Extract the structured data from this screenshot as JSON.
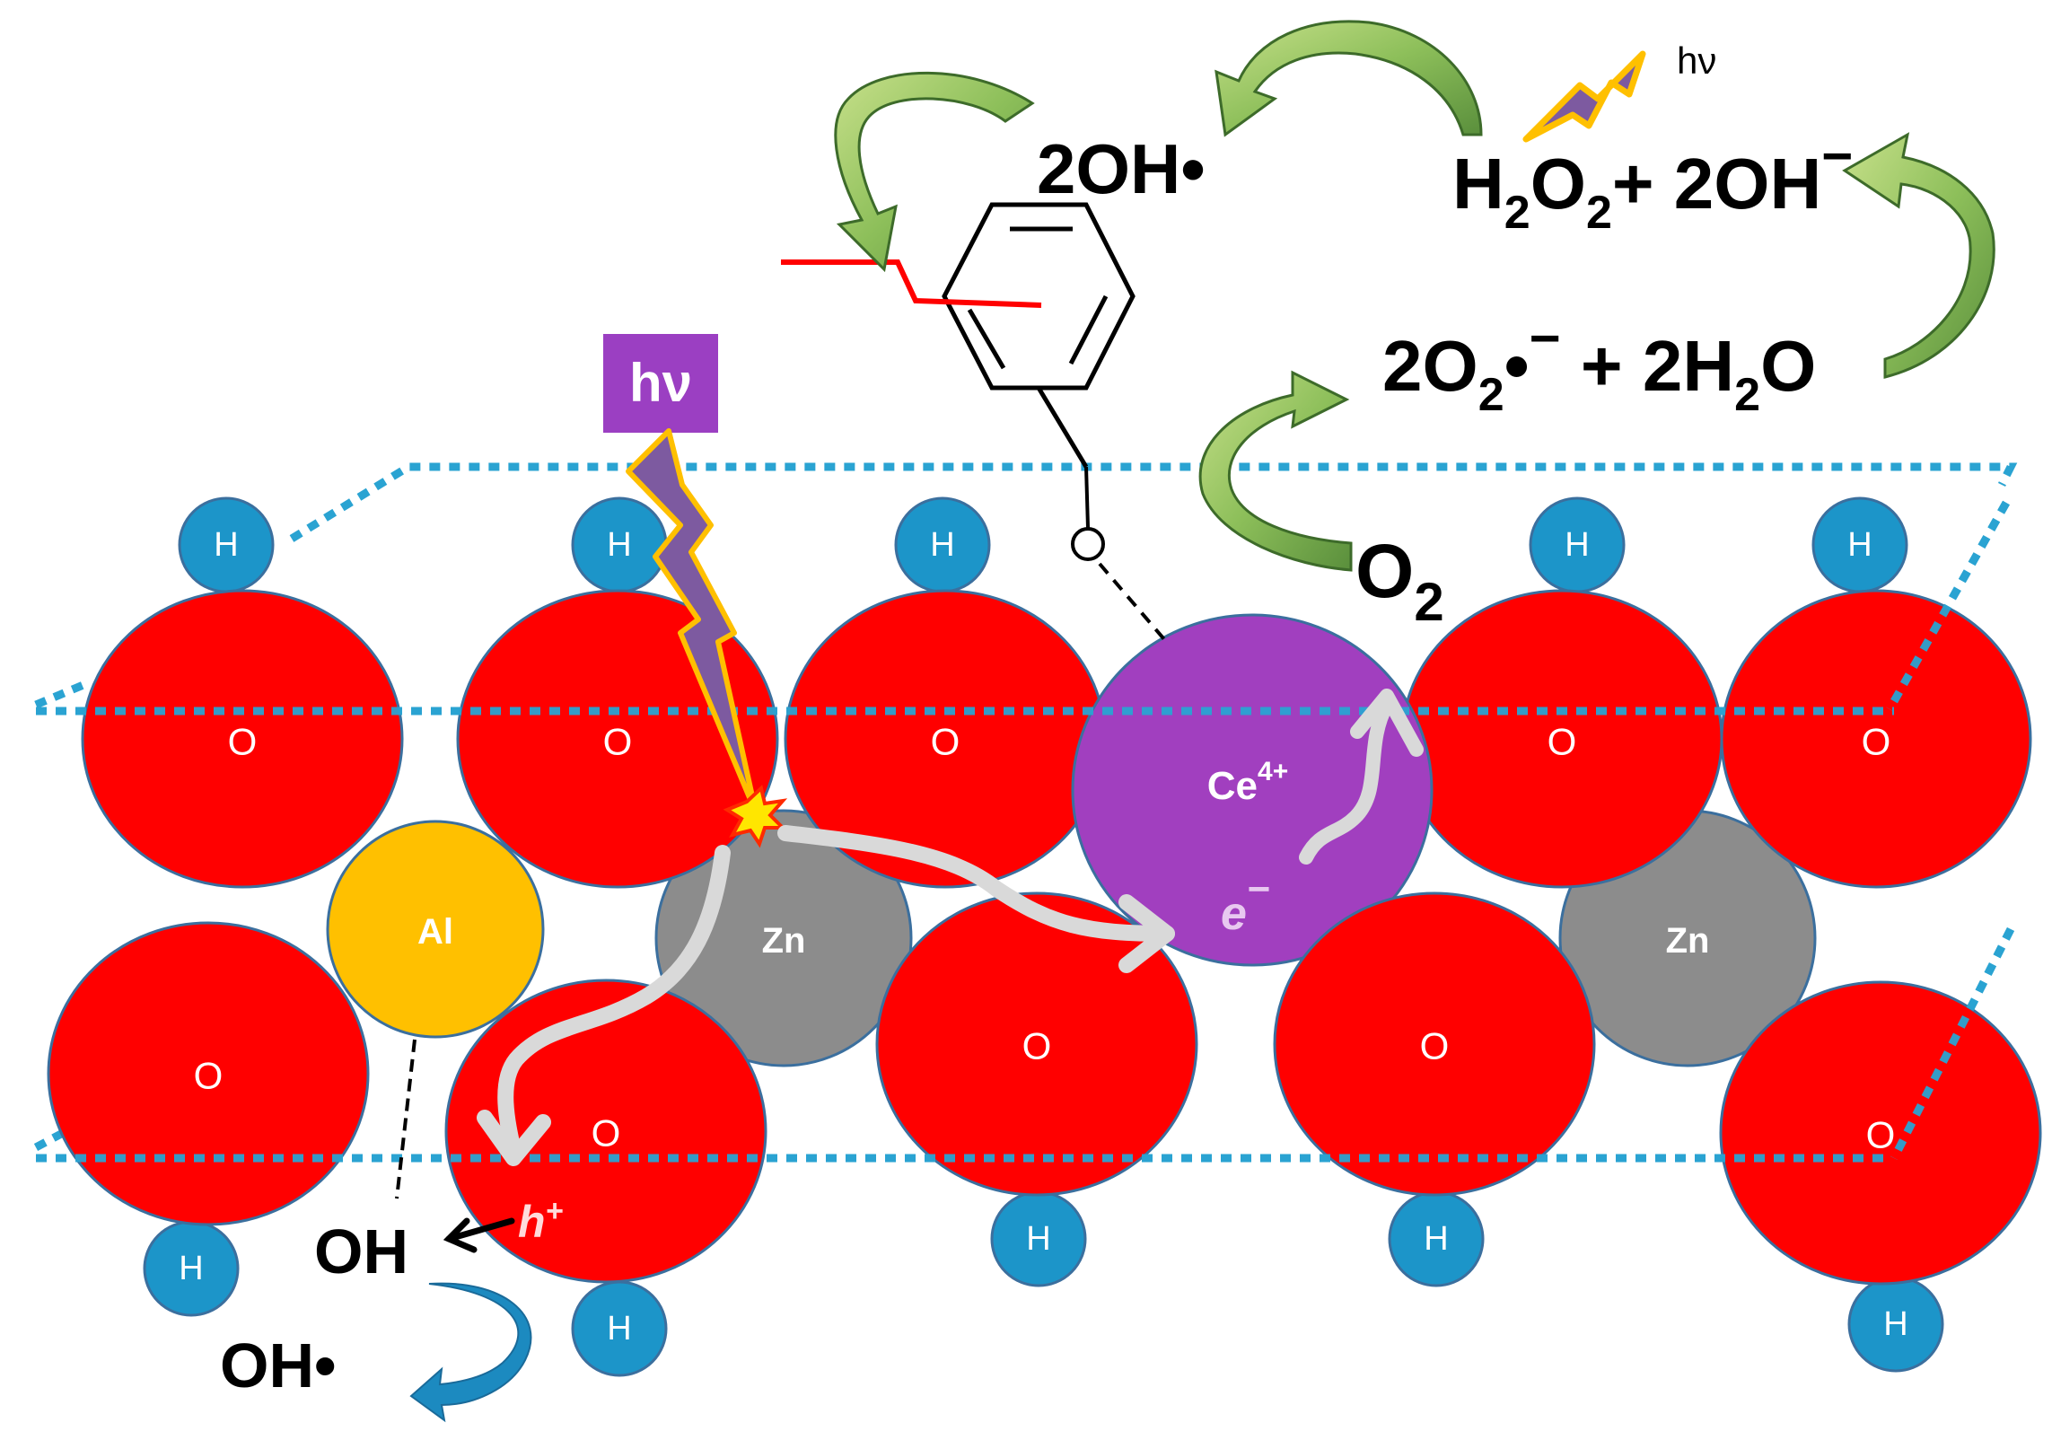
{
  "colors": {
    "oxygen": "#ff0000",
    "zinc": "#8c8c8c",
    "aluminium": "#ffc000",
    "cerium": "#a13fbf",
    "hydrogen": "#1c95c9",
    "outline": "#3b6f9e",
    "lattice_dots": "#2aa3d2",
    "cut_line": "#ff0000",
    "arrow_green": "#8dbf5a",
    "path_arrow": "#d9d9d9",
    "spark": "#ffd700",
    "lightning_fill": "#7d5aa0",
    "lightning_edge": "#ffc000",
    "hv_box": "#9b3fc2"
  },
  "atoms": {
    "oxygen": "O",
    "zinc": "Zn",
    "aluminium": "Al",
    "cerium_base": "Ce",
    "cerium_charge": "4+",
    "hydrogen": "H"
  },
  "photon": {
    "box_label": "hν",
    "small_label": "hν"
  },
  "carriers": {
    "electron": "e",
    "electron_sign": "−",
    "hole": "h",
    "hole_sign": "+"
  },
  "species": {
    "hydroxyl_radical_top": "2OH•",
    "peroxide": {
      "h": "H",
      "sub2a": "2",
      "o": "O",
      "sub2b": "2",
      "rest": "+ 2OH",
      "sign": "−"
    },
    "superoxide": {
      "pre": "2O",
      "sub": "2",
      "dot": "•",
      "sign": "−",
      "plus": " + 2H",
      "sub2": "2",
      "o": "O"
    },
    "oxygen": {
      "o": "O",
      "sub": "2"
    },
    "hydroxide_ion": "OH",
    "hydroxyl_radical_bottom": "OH•"
  },
  "molecule": {
    "phenoxy_o": "O"
  }
}
